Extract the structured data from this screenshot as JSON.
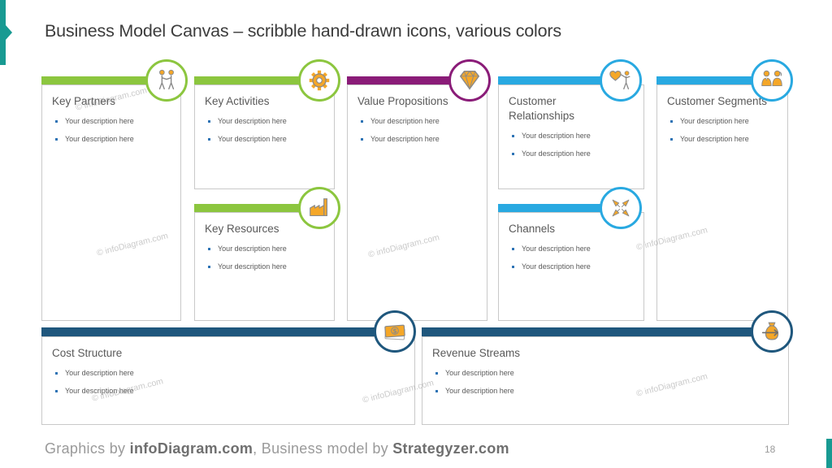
{
  "slide": {
    "title": "Business Model Canvas – scribble hand-drawn icons, various colors",
    "page_number": "18",
    "watermark": "© infoDiagram.com",
    "footer": {
      "prefix": "Graphics by ",
      "brand1": "infoDiagram.com",
      "separator": ", Business model by ",
      "brand2": "Strategyzer.com"
    }
  },
  "colors": {
    "green": "#8CC63F",
    "purple": "#8A1C78",
    "blue": "#29A9E1",
    "navy": "#1F577D",
    "teal": "#189A92",
    "icon_orange": "#F5A728",
    "icon_outline": "#8A8A8A",
    "bullet_blue": "#2E74B5"
  },
  "boxes": [
    {
      "id": "key-partners",
      "title": "Key Partners",
      "accent": "#8CC63F",
      "icon": "partners-icon",
      "bullets": [
        "Your description here",
        "Your description here"
      ]
    },
    {
      "id": "key-activities",
      "title": "Key Activities",
      "accent": "#8CC63F",
      "icon": "gear-icon",
      "bullets": [
        "Your description here",
        "Your description here"
      ]
    },
    {
      "id": "key-resources",
      "title": "Key Resources",
      "accent": "#8CC63F",
      "icon": "factory-icon",
      "bullets": [
        "Your description here",
        "Your description here"
      ]
    },
    {
      "id": "value-propositions",
      "title": "Value Propositions",
      "accent": "#8A1C78",
      "icon": "diamond-icon",
      "bullets": [
        "Your description here",
        "Your description here"
      ]
    },
    {
      "id": "customer-relationships",
      "title": "Customer Relationships",
      "accent": "#29A9E1",
      "icon": "heart-person-icon",
      "bullets": [
        "Your description here",
        "Your description here"
      ]
    },
    {
      "id": "channels",
      "title": "Channels",
      "accent": "#29A9E1",
      "icon": "arrows-icon",
      "bullets": [
        "Your description here",
        "Your description here"
      ]
    },
    {
      "id": "customer-segments",
      "title": "Customer Segments",
      "accent": "#29A9E1",
      "icon": "people-icon",
      "bullets": [
        "Your description here",
        "Your description here"
      ]
    },
    {
      "id": "cost-structure",
      "title": "Cost Structure",
      "accent": "#1F577D",
      "icon": "banknote-icon",
      "bullets": [
        "Your description here",
        "Your description here"
      ]
    },
    {
      "id": "revenue-streams",
      "title": "Revenue Streams",
      "accent": "#1F577D",
      "icon": "moneybag-icon",
      "bullets": [
        "Your description here",
        "Your description here"
      ]
    }
  ]
}
